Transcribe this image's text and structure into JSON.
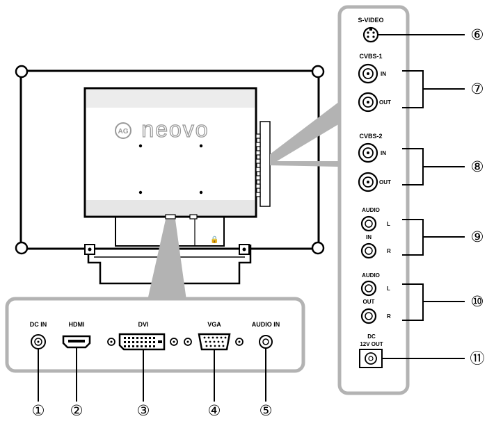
{
  "brand": {
    "logo_badge": "AG",
    "logo_text": "neovo"
  },
  "bottom_panel": {
    "ports": [
      {
        "id": "dc-in",
        "label": "DC IN",
        "number": "①"
      },
      {
        "id": "hdmi",
        "label": "HDMI",
        "number": "②"
      },
      {
        "id": "dvi",
        "label": "DVI",
        "number": "③"
      },
      {
        "id": "vga",
        "label": "VGA",
        "number": "④"
      },
      {
        "id": "audio-in",
        "label": "AUDIO IN",
        "number": "⑤"
      }
    ]
  },
  "side_panel": {
    "svideo_label": "S-VIDEO",
    "cvbs1_label": "CVBS-1",
    "cvbs2_label": "CVBS-2",
    "in_label": "IN",
    "out_label": "OUT",
    "audio_label": "AUDIO",
    "audio_in_label": "IN",
    "audio_out_label": "OUT",
    "left_label": "L",
    "right_label": "R",
    "dc_label": "DC",
    "dc_sub_label": "12V OUT",
    "numbers": [
      "⑥",
      "⑦",
      "⑧",
      "⑨",
      "⑩",
      "⑪"
    ]
  },
  "colors": {
    "panel_border": "#b3b3b3",
    "line": "#000000"
  }
}
